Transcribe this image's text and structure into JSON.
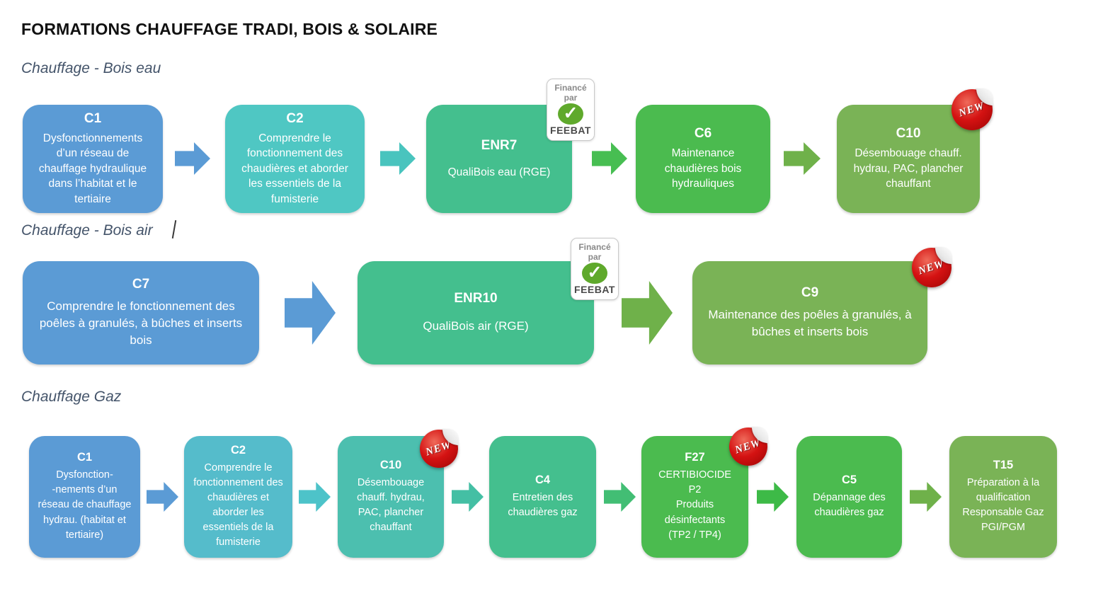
{
  "title": "FORMATIONS CHAUFFAGE TRADI, BOIS & SOLAIRE",
  "sections": [
    {
      "label": "Chauffage - Bois eau"
    },
    {
      "label": "Chauffage - Bois air"
    },
    {
      "label": "Chauffage Gaz"
    }
  ],
  "courses": {
    "r1c1": {
      "code": "C1",
      "text": "Dysfonctionnements d’un réseau de chauffage hydraulique dans l’habitat et le tertiaire"
    },
    "r1c2": {
      "code": "C2",
      "text": "Comprendre le fonctionnement des chaudières et aborder les essentiels de la fumisterie"
    },
    "enr7": {
      "code": "ENR7",
      "text": "QualiBois eau (RGE)"
    },
    "c6": {
      "code": "C6",
      "text": "Maintenance chaudières bois hydrauliques"
    },
    "r1c10": {
      "code": "C10",
      "text": "Désembouage chauff. hydrau, PAC, plancher chauffant"
    },
    "c7": {
      "code": "C7",
      "text": "Comprendre le fonctionnement des poêles à granulés, à bûches et inserts bois"
    },
    "enr10": {
      "code": "ENR10",
      "text": "QualiBois air (RGE)"
    },
    "c9": {
      "code": "C9",
      "text": "Maintenance des poêles à granulés, à bûches et inserts bois"
    },
    "r3c1": {
      "code": "C1",
      "text": "Dysfonction-\n-nements d’un réseau de chauffage hydrau. (habitat et tertiaire)"
    },
    "r3c2": {
      "code": "C2",
      "text": "Comprendre le fonctionnement des chaudières et aborder les essentiels de la fumisterie"
    },
    "r3c10": {
      "code": "C10",
      "text": "Désembouage chauff. hydrau, PAC, plancher chauffant"
    },
    "c4": {
      "code": "C4",
      "text": "Entretien des chaudières gaz"
    },
    "f27": {
      "code": "F27",
      "text": "CERTIBIOCIDE\nP2\nProduits désinfectants\n(TP2 / TP4)"
    },
    "c5": {
      "code": "C5",
      "text": "Dépannage des chaudières gaz"
    },
    "t15": {
      "code": "T15",
      "text": "Préparation à la qualification Responsable Gaz PGI/PGM"
    }
  },
  "badges": {
    "feebat": {
      "financed_by": "Financé\npar",
      "check_icon": "✓",
      "label": "FEEBAT"
    },
    "new_label": "NEW"
  },
  "colors": {
    "blue": "#5B9BD5",
    "turquoise": "#4FC7C3",
    "sky_teal": "#55BCCB",
    "dark_teal": "#4CBFAF",
    "sea_green": "#44BF8E",
    "green": "#4BBB4F",
    "olive_green": "#7AB356",
    "new_badge_red": "#C00D0D",
    "feebat_green": "#5FA92C",
    "section_label": "#44546A"
  }
}
